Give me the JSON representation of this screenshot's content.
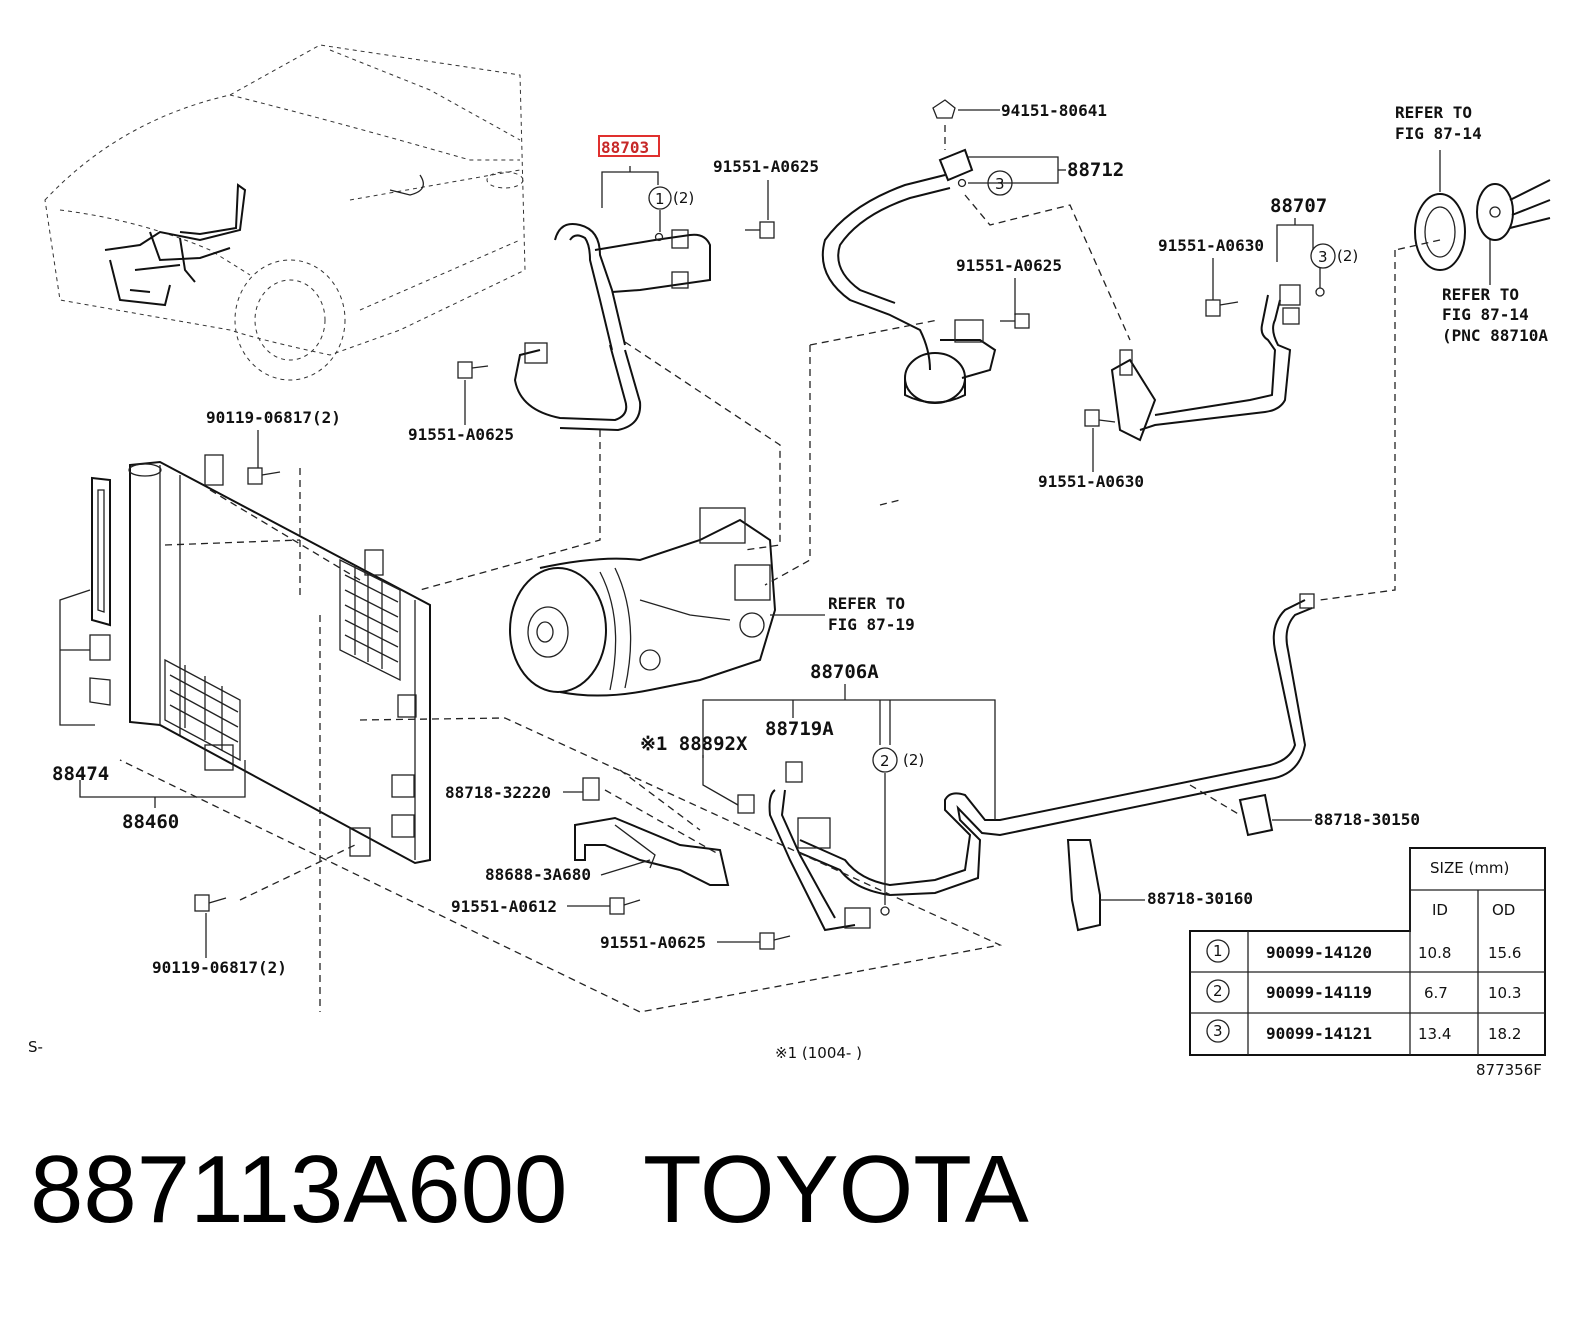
{
  "caption": {
    "part_number": "887113A600",
    "brand": "TOYOTA"
  },
  "diagram": {
    "figure_code": "877356F",
    "corner_mark": "S-",
    "footnote": "※1 (1004-    )",
    "highlight_color": "#e0302e",
    "labels": {
      "p88703": "88703",
      "c1_qty": "(2)",
      "p91551_a0625_top": "91551-A0625",
      "p94151_80641": "94151-80641",
      "p88712": "88712",
      "p88707": "88707",
      "p91551_a0630_top": "91551-A0630",
      "c3_qty": "(2)",
      "refer_top_1": "REFER TO",
      "refer_top_2": "FIG 87-14",
      "refer_right_1": "REFER TO",
      "refer_right_2": "FIG 87-14",
      "refer_right_3": "(PNC 88710A",
      "p91551_a0625_mid": "91551-A0625",
      "p91551_a0625_left": "91551-A0625",
      "p91551_a0630_low": "91551-A0630",
      "p90119_06817_top": "90119-06817(2)",
      "refer_comp_1": "REFER TO",
      "refer_comp_2": "FIG 87-19",
      "p88706a": "88706A",
      "p88892x": "※1 88892X",
      "p88719a": "88719A",
      "c2_qty": "(2)",
      "p88474": "88474",
      "p88460": "88460",
      "p88718_32220": "88718-32220",
      "p88688_3a680": "88688-3A680",
      "p91551_a0612": "91551-A0612",
      "p91551_a0625_bottom": "91551-A0625",
      "p88718_30150": "88718-30150",
      "p88718_30160": "88718-30160",
      "p90119_06817_bottom": "90119-06817(2)"
    },
    "size_table": {
      "header": "SIZE (mm)",
      "col_id": "ID",
      "col_od": "OD",
      "rows": [
        {
          "mark": "1",
          "part": "90099-14120",
          "id": "10.8",
          "od": "15.6"
        },
        {
          "mark": "2",
          "part": "90099-14119",
          "id": "6.7",
          "od": "10.3"
        },
        {
          "mark": "3",
          "part": "90099-14121",
          "id": "13.4",
          "od": "18.2"
        }
      ]
    }
  }
}
